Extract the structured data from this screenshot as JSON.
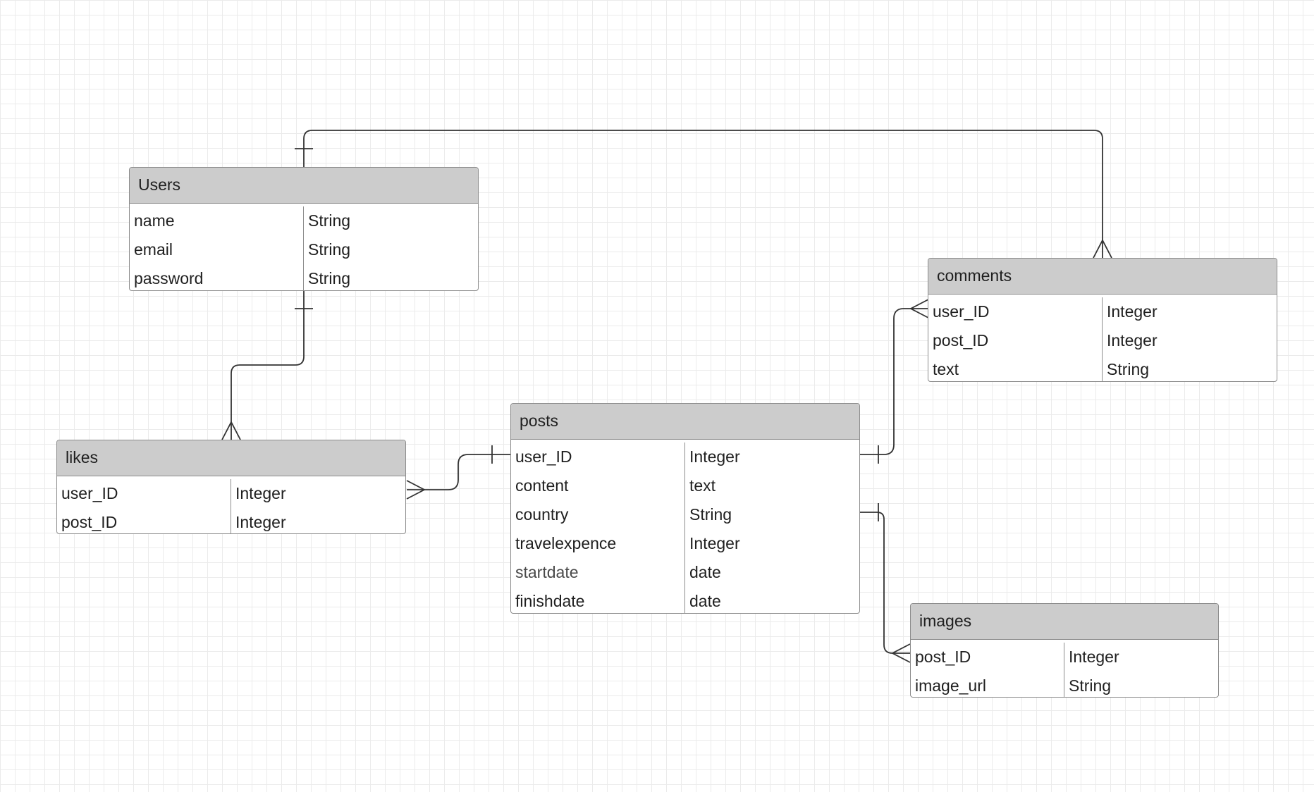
{
  "entities": [
    {
      "id": "users",
      "title": "Users",
      "fields": [
        {
          "name": "name",
          "type": "String"
        },
        {
          "name": "email",
          "type": "String"
        },
        {
          "name": "password",
          "type": "String"
        }
      ]
    },
    {
      "id": "comments",
      "title": "comments",
      "fields": [
        {
          "name": "user_ID",
          "type": "Integer"
        },
        {
          "name": "post_ID",
          "type": "Integer"
        },
        {
          "name": "text",
          "type": "String"
        }
      ]
    },
    {
      "id": "likes",
      "title": "likes",
      "fields": [
        {
          "name": "user_ID",
          "type": "Integer"
        },
        {
          "name": "post_ID",
          "type": "Integer"
        }
      ]
    },
    {
      "id": "posts",
      "title": "posts",
      "fields": [
        {
          "name": "user_ID",
          "type": "Integer"
        },
        {
          "name": "content",
          "type": "text"
        },
        {
          "name": "country",
          "type": "String"
        },
        {
          "name": "travelexpence",
          "type": "Integer"
        },
        {
          "name": "startdate",
          "type": "date"
        },
        {
          "name": "finishdate",
          "type": "date"
        }
      ]
    },
    {
      "id": "images",
      "title": "images",
      "fields": [
        {
          "name": "post_ID",
          "type": "Integer"
        },
        {
          "name": "image_url",
          "type": "String"
        }
      ]
    }
  ],
  "relationships": [
    {
      "from": "Users",
      "from_cardinality": "one",
      "to": "comments",
      "to_cardinality": "many"
    },
    {
      "from": "Users",
      "from_cardinality": "one",
      "to": "likes",
      "to_cardinality": "many"
    },
    {
      "from": "posts",
      "from_cardinality": "one",
      "to": "likes",
      "to_cardinality": "many"
    },
    {
      "from": "posts",
      "from_cardinality": "one",
      "to": "comments",
      "to_cardinality": "many"
    },
    {
      "from": "posts",
      "from_cardinality": "one",
      "to": "images",
      "to_cardinality": "many"
    }
  ],
  "colors": {
    "header_fill": "#cccccc",
    "border": "#8c8c8c",
    "connector": "#333333",
    "grid": "#ebebeb"
  }
}
